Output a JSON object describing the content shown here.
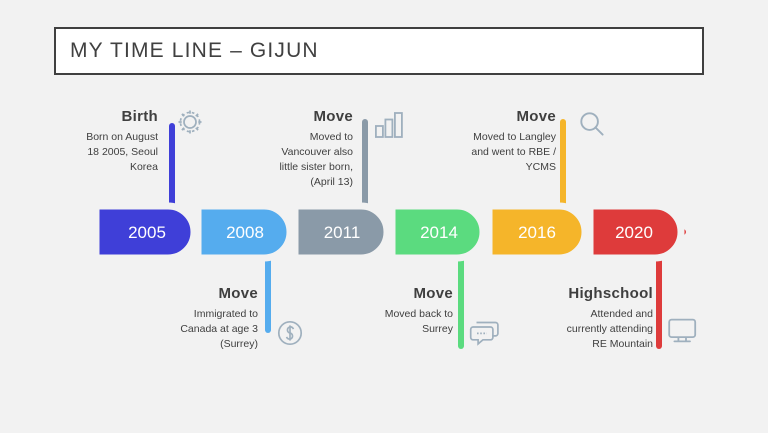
{
  "header": {
    "title": "MY TIME LINE – GIJUN"
  },
  "colors": {
    "background": "#f2f2f2",
    "title_border": "#404040",
    "title_text": "#404040",
    "text": "#3f3f3f",
    "icon": "#9fb0be",
    "segment_2005": "#3f3fd8",
    "segment_2008": "#55acee",
    "segment_2011": "#8a9aa8",
    "segment_2014": "#5bdb7f",
    "segment_2016": "#f5b52a",
    "segment_2020": "#de3b3b"
  },
  "timeline": {
    "segments": [
      {
        "year": "2005",
        "color": "#3f3fd8"
      },
      {
        "year": "2008",
        "color": "#55acee"
      },
      {
        "year": "2011",
        "color": "#8a9aa8"
      },
      {
        "year": "2014",
        "color": "#5bdb7f"
      },
      {
        "year": "2016",
        "color": "#f5b52a"
      },
      {
        "year": "2020",
        "color": "#de3b3b"
      }
    ],
    "events": [
      {
        "year": "2005",
        "position": "above",
        "heading": "Birth",
        "body": "Born on August\n18 2005, Seoul\nKorea",
        "icon": "gear-icon"
      },
      {
        "year": "2008",
        "position": "below",
        "heading": "Move",
        "body": "Immigrated to\nCanada at age 3\n(Surrey)",
        "icon": "dollar-circle-icon"
      },
      {
        "year": "2011",
        "position": "above",
        "heading": "Move",
        "body": "Moved to\nVancouver also\nlittle sister born,\n(April 13)",
        "icon": "bar-chart-icon"
      },
      {
        "year": "2014",
        "position": "below",
        "heading": "Move",
        "body": "Moved back to\nSurrey",
        "icon": "chat-bubbles-icon"
      },
      {
        "year": "2016",
        "position": "above",
        "heading": "Move",
        "body": "Moved to Langley\nand went to RBE /\nYCMS",
        "icon": "magnifier-icon"
      },
      {
        "year": "2020",
        "position": "below",
        "heading": "Highschool",
        "body": "Attended and\ncurrently attending\nRE Mountain",
        "icon": "monitor-icon"
      }
    ]
  }
}
